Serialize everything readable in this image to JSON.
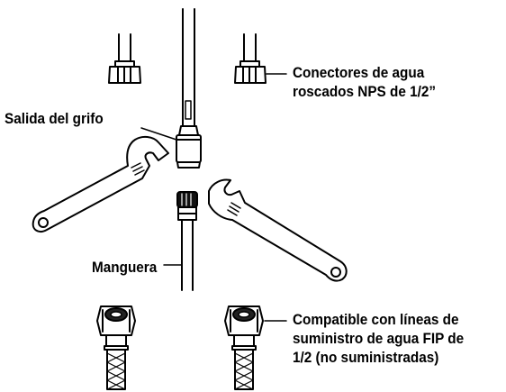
{
  "labels": {
    "connectors_line1": "Conectores de agua",
    "connectors_line2": "roscados NPS de 1/2”",
    "faucet_outlet": "Salida del grifo",
    "hose": "Manguera",
    "compatible_line1": "Compatible con líneas de",
    "compatible_line2": "suministro de agua FIP de",
    "compatible_line3": "1/2 (no suministradas)"
  }
}
